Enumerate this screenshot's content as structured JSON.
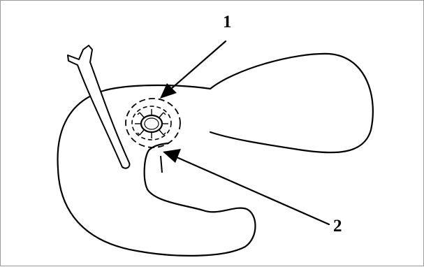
{
  "diagram": {
    "callouts": [
      {
        "id": "1",
        "label": "1"
      },
      {
        "id": "2",
        "label": "2"
      }
    ]
  },
  "colors": {
    "stroke": "#000000",
    "background": "#ffffff",
    "frame": "#9a9a9a"
  }
}
